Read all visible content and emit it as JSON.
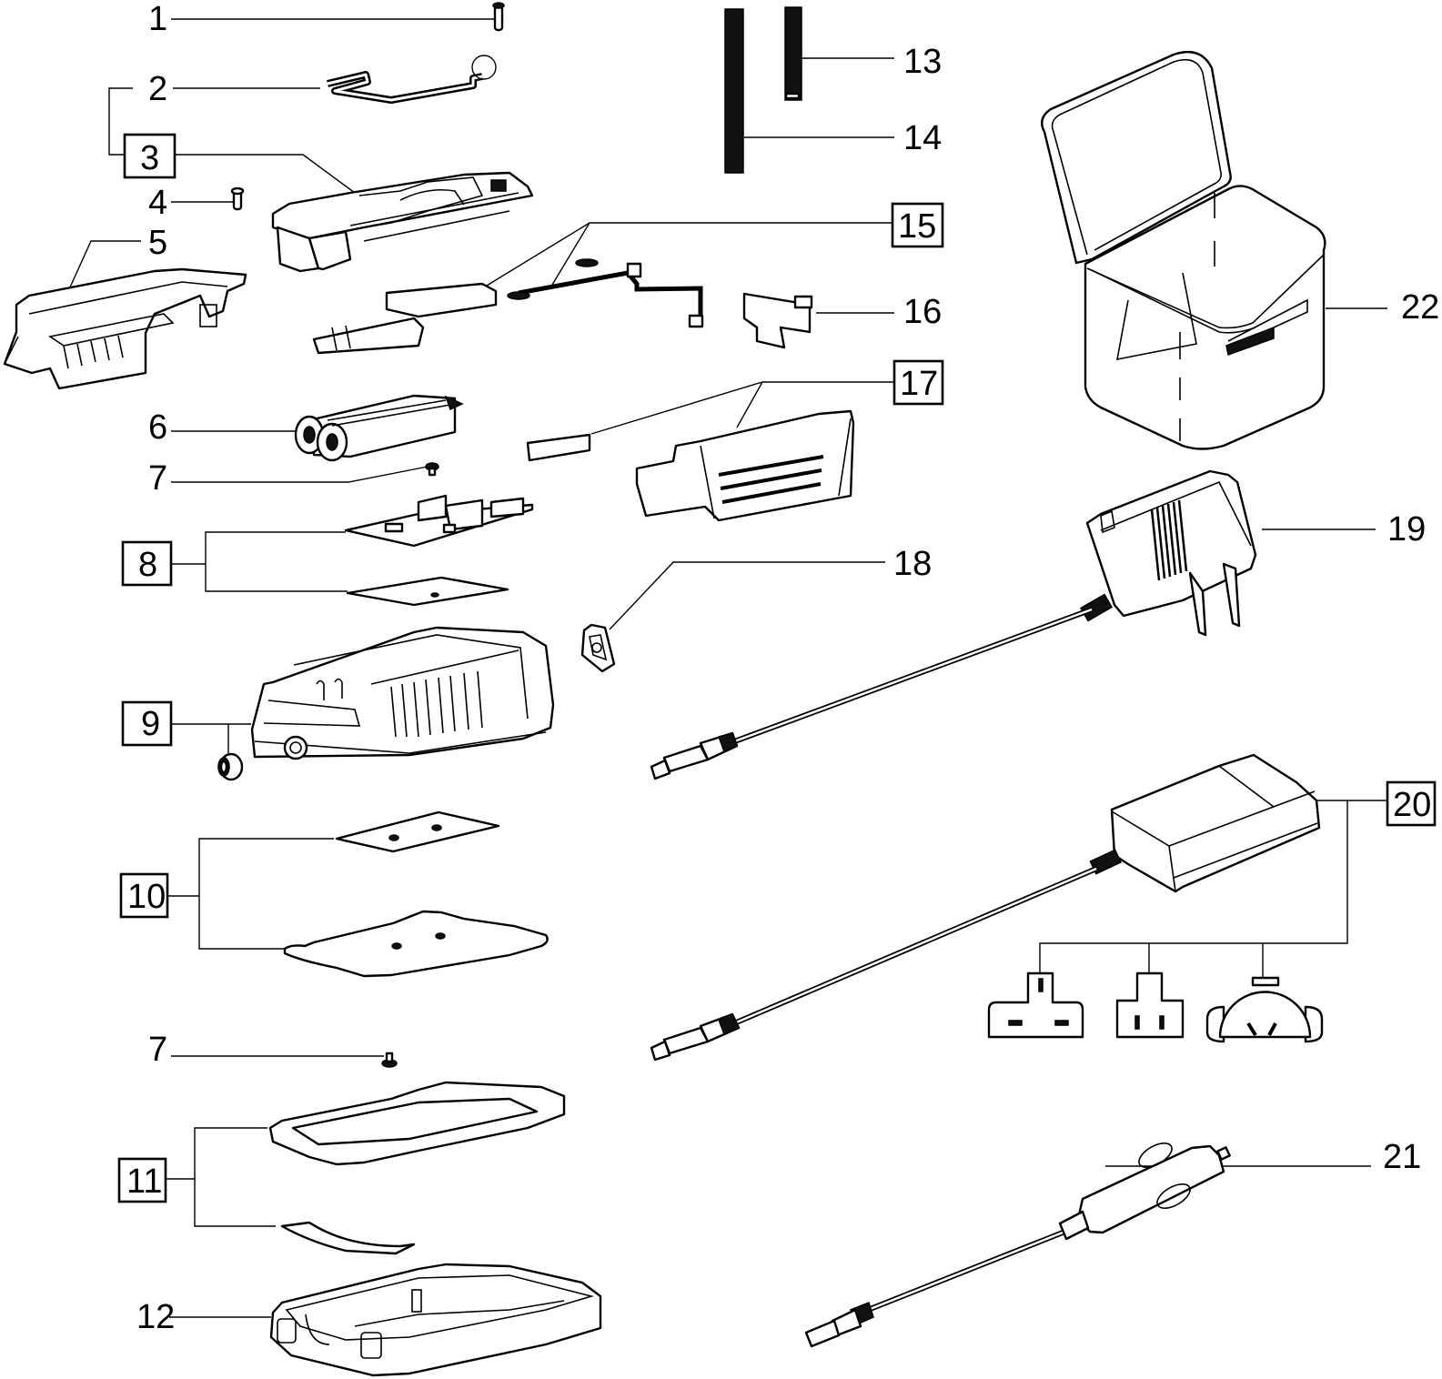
{
  "diagram": {
    "type": "exploded-parts-diagram",
    "colors": {
      "line": "#000000",
      "background": "#ffffff"
    },
    "callouts": [
      {
        "num": "1",
        "boxed": false,
        "part": "pin"
      },
      {
        "num": "2",
        "boxed": false,
        "part": "bail-handle"
      },
      {
        "num": "3",
        "boxed": true,
        "part": "top-cover-assembly"
      },
      {
        "num": "4",
        "boxed": false,
        "part": "pin"
      },
      {
        "num": "5",
        "boxed": false,
        "part": "housing-frame"
      },
      {
        "num": "6",
        "boxed": false,
        "part": "battery-pack"
      },
      {
        "num": "7",
        "boxed": false,
        "part": "screw"
      },
      {
        "num": "8",
        "boxed": true,
        "part": "circuit-board-with-insulator"
      },
      {
        "num": "9",
        "boxed": true,
        "part": "base-housing-with-plug"
      },
      {
        "num": "10",
        "boxed": true,
        "part": "insulating-plates"
      },
      {
        "num": "7",
        "boxed": false,
        "part": "screw"
      },
      {
        "num": "11",
        "boxed": true,
        "part": "bottom-frame-with-label"
      },
      {
        "num": "12",
        "boxed": false,
        "part": "bottom-tray"
      },
      {
        "num": "13",
        "boxed": false,
        "part": "short-strap"
      },
      {
        "num": "14",
        "boxed": false,
        "part": "long-strap"
      },
      {
        "num": "15",
        "boxed": true,
        "part": "battery-module-and-cable"
      },
      {
        "num": "16",
        "boxed": false,
        "part": "bracket-clip"
      },
      {
        "num": "17",
        "boxed": true,
        "part": "battery-door-with-strip"
      },
      {
        "num": "18",
        "boxed": false,
        "part": "dc-socket"
      },
      {
        "num": "19",
        "boxed": false,
        "part": "wall-plug-charger"
      },
      {
        "num": "20",
        "boxed": true,
        "part": "desktop-charger-with-adapters"
      },
      {
        "num": "21",
        "boxed": false,
        "part": "car-charger"
      },
      {
        "num": "22",
        "boxed": false,
        "part": "carry-case"
      }
    ]
  }
}
